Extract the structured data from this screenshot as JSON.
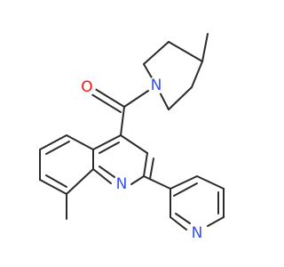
{
  "atoms": {
    "carbonyl_oxygen": {
      "symbol": "O",
      "color": "#ff0d0d"
    },
    "piperidine_nitrogen": {
      "symbol": "N",
      "color": "#3050f8"
    },
    "quinoline_nitrogen": {
      "symbol": "N",
      "color": "#3050f8"
    },
    "pyridine_nitrogen": {
      "symbol": "N",
      "color": "#3050f8"
    }
  },
  "bond_color": "#2b2b2b",
  "background": "#ffffff"
}
